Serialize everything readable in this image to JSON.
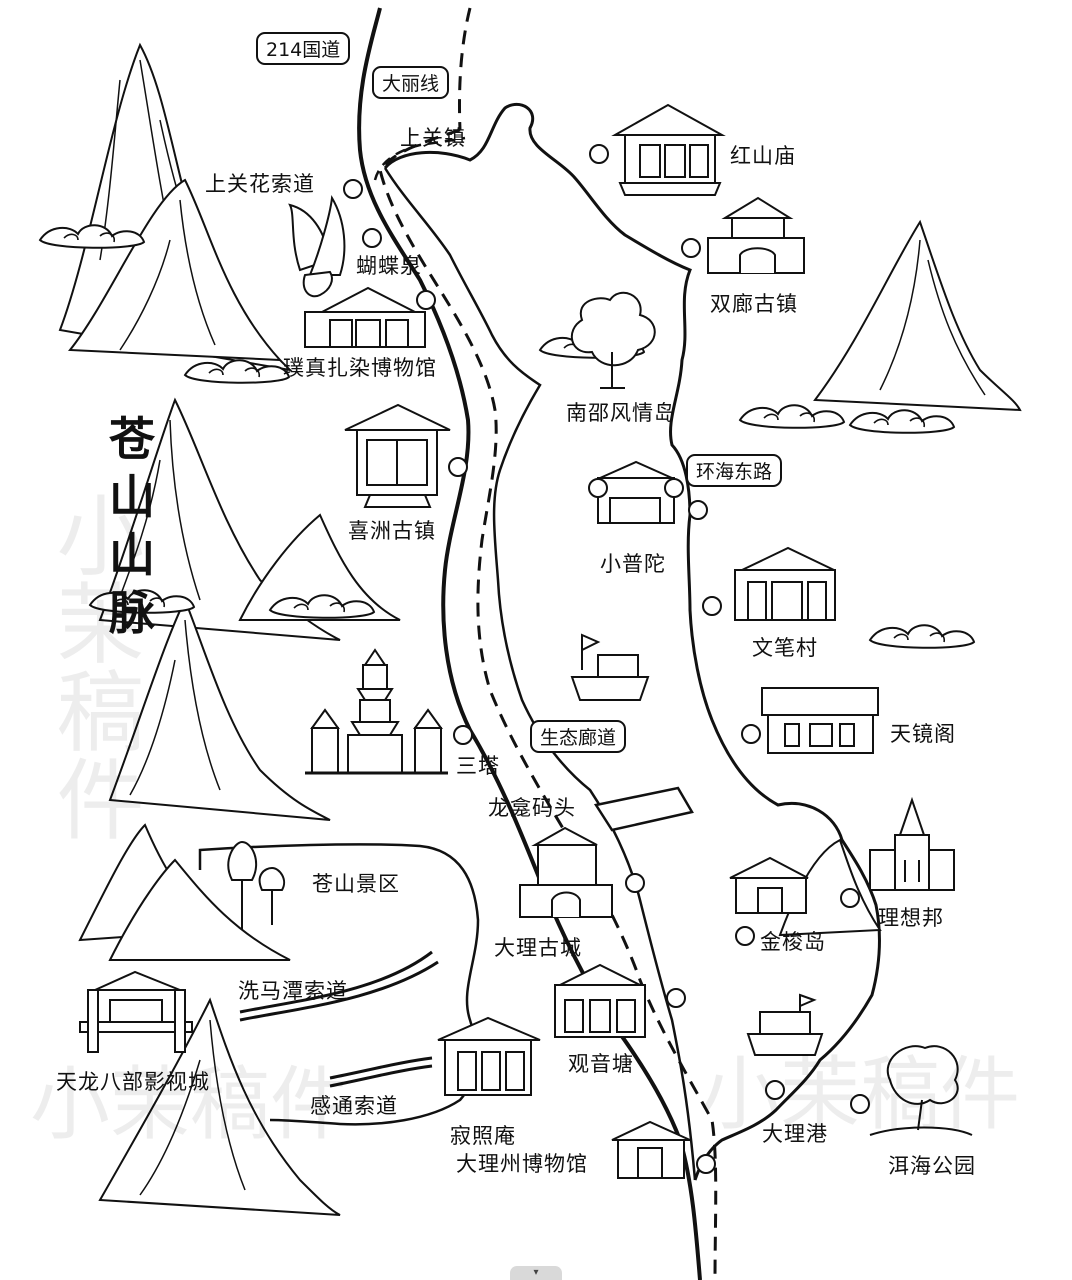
{
  "range": {
    "title": "苍山山脉"
  },
  "roads": {
    "r214": "214国道",
    "dali_line": "大丽线",
    "east_ring": "环海东路",
    "eco_corridor": "生态廊道"
  },
  "places": {
    "shangguan": "上关镇",
    "shangguan_flower": "上关花索道",
    "butterfly_spring": "蝴蝶泉",
    "tie_dye_museum": "璞真扎染博物馆",
    "xizhou": "喜洲古镇",
    "three_pagodas": "三塔",
    "longkan_pier": "龙龛码头",
    "cangshan_scenic": "苍山景区",
    "xima_cableway": "洗马潭索道",
    "tianlong": "天龙八部影视城",
    "gantong_cableway": "感通索道",
    "jizhao_temple": "寂照庵",
    "dali_museum": "大理州博物馆",
    "dali_old_town": "大理古城",
    "guanyin_pond": "观音塘",
    "hongshan_temple": "红山庙",
    "shuanglang": "双廊古镇",
    "nanzhao_island": "南邵风情岛",
    "xiaoputuo": "小普陀",
    "wenbi_village": "文笔村",
    "tianjing_pavilion": "天镜阁",
    "ideal_state": "理想邦",
    "jinsuo_island": "金梭岛",
    "dali_port": "大理港",
    "erhai_park": "洱海公园"
  },
  "watermarks": {
    "vertical": "小茉稿件",
    "bottom_left": "小茉稿件",
    "bottom_right": "小茉稿件"
  },
  "colors": {
    "ink": "#111111",
    "paper": "#ffffff",
    "watermark": "#000000"
  },
  "icons": [
    "mountain-icon",
    "cloud-icon",
    "butterfly-icon",
    "temple-icon",
    "pagoda-icon",
    "tree-icon",
    "boat-icon",
    "pier-icon",
    "church-icon",
    "gate-icon"
  ]
}
